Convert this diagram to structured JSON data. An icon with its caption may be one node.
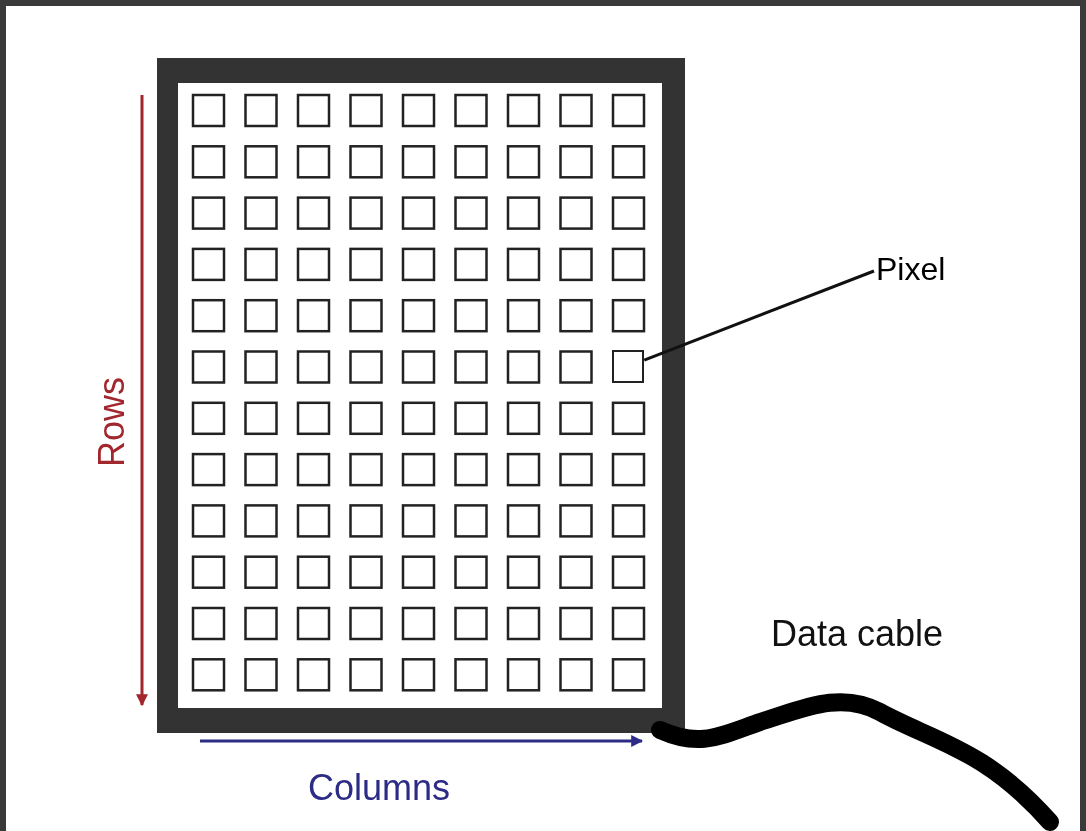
{
  "diagram": {
    "nodes": [
      {
        "text": [
          "Pixel"
        ]
      },
      {
        "text": [],
        "shape": "box"
      }
    ],
    "edges": [
      {
        "from": 0,
        "to": 1,
        "arrow": "none"
      }
    ],
    "labels": [
      "Rows",
      "Columns",
      "Data cable"
    ]
  }
}
